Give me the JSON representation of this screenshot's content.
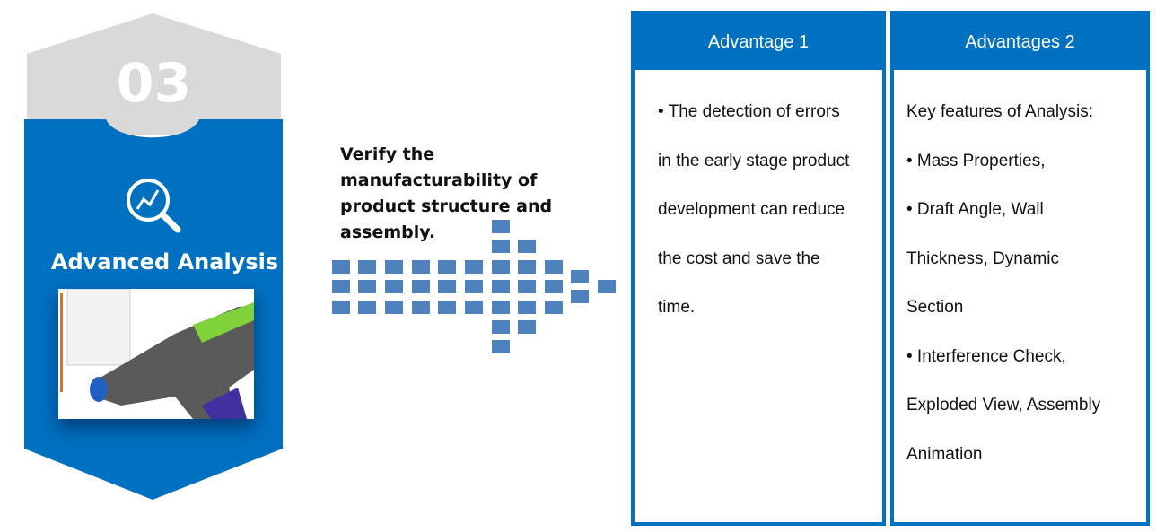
{
  "badge": {
    "number": "03",
    "title": "Advanced Analysis",
    "icon": "magnifier-chart-icon"
  },
  "headline": "Verify the manufacturability of product structure and assembly.",
  "panels": [
    {
      "title": "Advantage 1",
      "lines": [
        "•  The detection of errors",
        "in the early stage product",
        "development can reduce",
        "the cost and save the",
        "time."
      ]
    },
    {
      "title": "Advantages 2",
      "lines": [
        "Key features of Analysis:",
        "• Mass Properties,",
        "• Draft Angle, Wall",
        "Thickness, Dynamic",
        "Section",
        "• Interference Check,",
        "Exploded View, Assembly",
        "Animation"
      ]
    }
  ],
  "colors": {
    "blue": "#0070c0",
    "gray": "#d9d9d9",
    "arrow": "#4f81bd"
  }
}
